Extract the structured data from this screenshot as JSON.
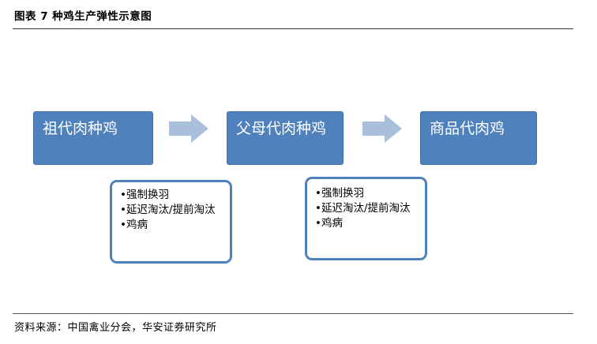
{
  "figure_title": "图表 7 种鸡生产弹性示意图",
  "stages": [
    {
      "label": "祖代肉种鸡"
    },
    {
      "label": "父母代肉种鸡"
    },
    {
      "label": "商品代肉鸡"
    }
  ],
  "notes": [
    {
      "items": [
        "•强制换羽",
        "•延迟淘汰/提前淘汰",
        "•鸡病"
      ]
    },
    {
      "items": [
        "•强制换羽",
        "•延迟淘汰/提前淘汰",
        "•鸡病"
      ]
    }
  ],
  "source": "资料来源：中国禽业分会，华安证券研究所",
  "colors": {
    "stage_fill": "#4f81bd",
    "arrow_fill": "#a9bfdc",
    "note_border": "#4f81bd"
  }
}
